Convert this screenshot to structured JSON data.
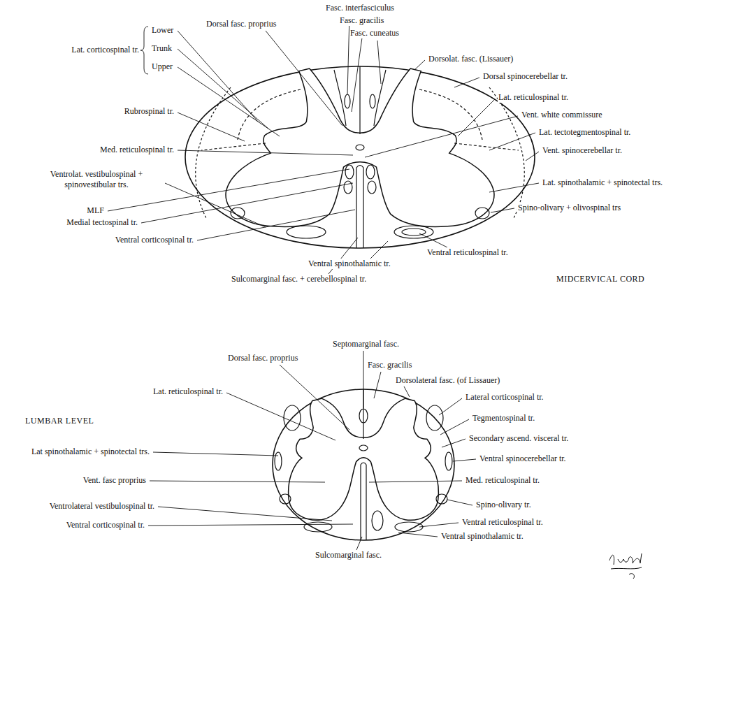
{
  "diagram": {
    "labels": [
      "Dorsal fasc. proprius",
      "Fasc. interfasciculus",
      "Fasc. gracilis",
      "Fasc. cuneatus",
      "Lat. corticospinal tr.",
      "Lower",
      "Trunk",
      "Upper",
      "Dorsolat. fasc. (Lissauer)",
      "Dorsal spinocerebellar tr.",
      "Lat. reticulospinal tr.",
      "Rubrospinal tr.",
      "Vent. white commissure",
      "Lat. tectotegmentospinal tr.",
      "Med. reticulospinal tr.",
      "Vent. spinocerebellar tr.",
      "Ventrolat. vestibulospinal + spinovestibular trs.",
      "Lat. spinothalamic + spinotectal trs.",
      "MLF",
      "Spino-olivary + olivospinal trs",
      "Medial tectospinal tr.",
      "Ventral reticulospinal tr.",
      "Ventral corticospinal tr.",
      "Ventral spinothalamic tr.",
      "Sulcomarginal fasc. + cerebellospinal tr.",
      "MIDCERVICAL CORD",
      "Septomarginal fasc.",
      "Dorsal fasc. proprius",
      "Fasc. gracilis",
      "Dorsolateral fasc. (of Lissauer)",
      "Lat. reticulospinal tr.",
      "Lateral corticospinal tr.",
      "LUMBAR LEVEL",
      "Tegmentospinal tr.",
      "Secondary ascend. visceral tr.",
      "Lat spinothalamic + spinotectal trs.",
      "Ventral spinocerebellar tr.",
      "Vent. fasc proprius",
      "Med. reticulospinal tr.",
      "Ventrolateral vestibulospinal tr.",
      "Spino-olivary tr.",
      "Ventral corticospinal tr.",
      "Ventral reticulospinal tr.",
      "Ventral spinothalamic tr.",
      "Sulcomarginal fasc."
    ]
  }
}
